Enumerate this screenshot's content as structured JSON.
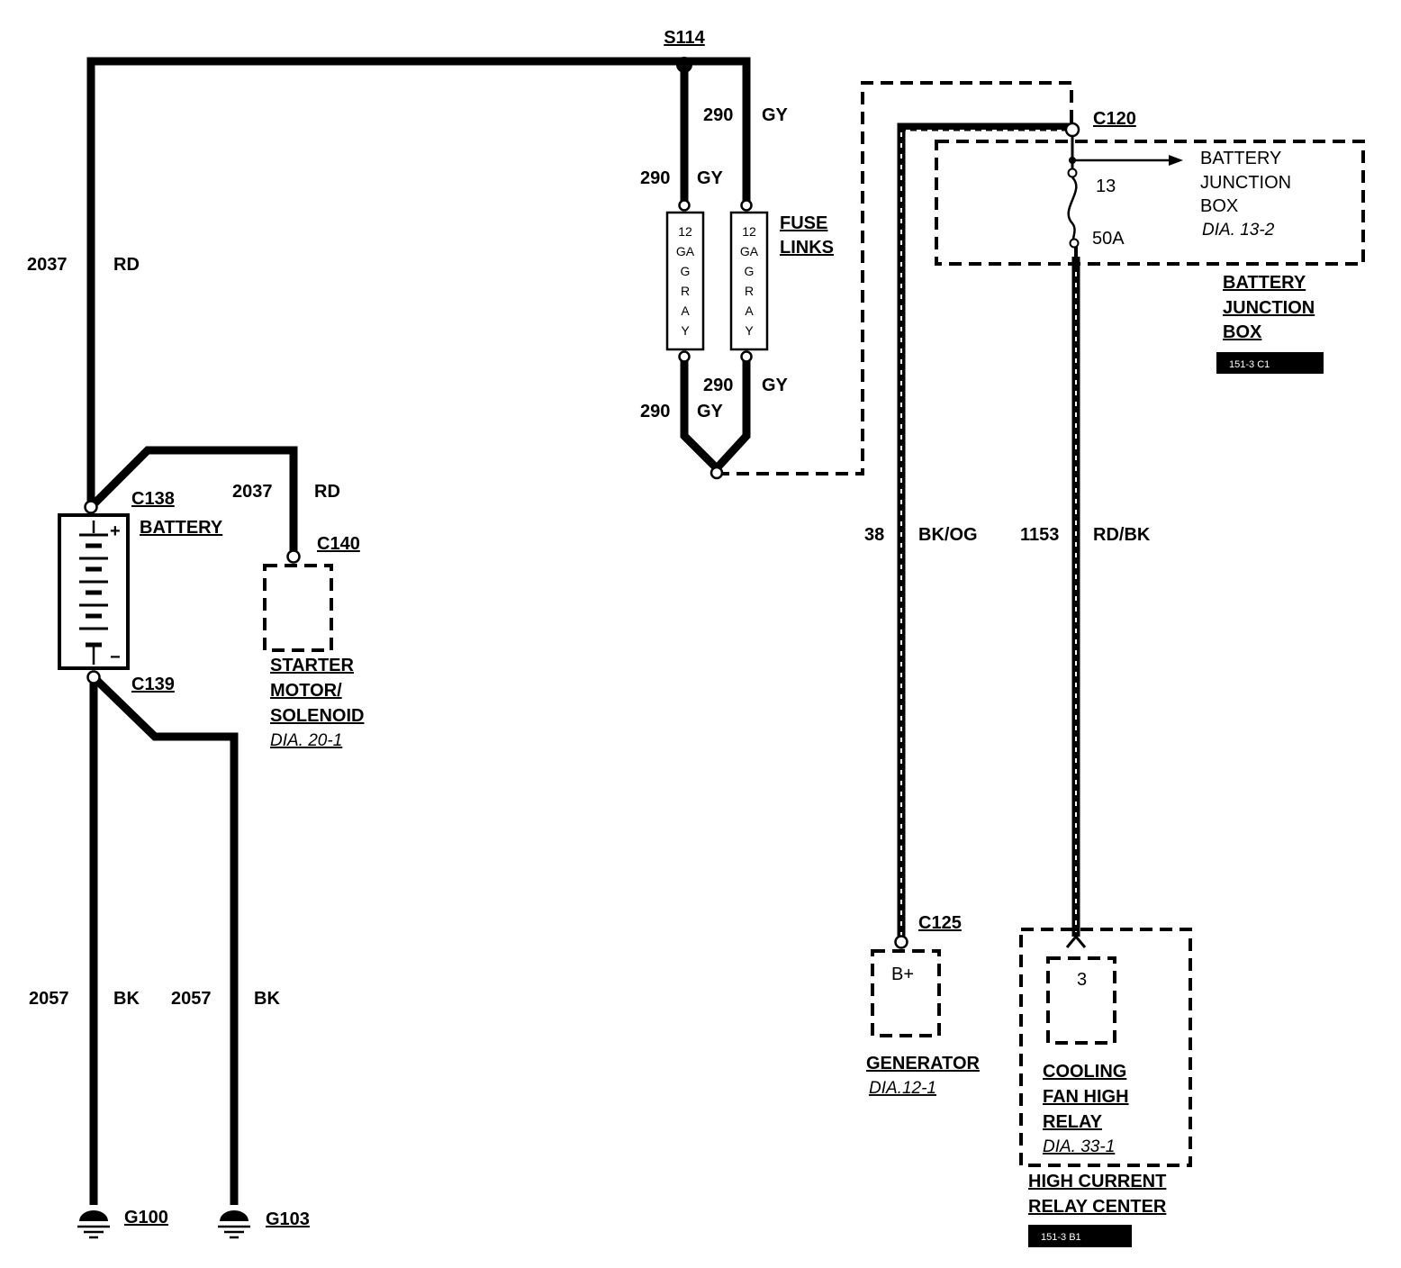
{
  "splices": {
    "s114": "S114"
  },
  "connectors": {
    "c120": "C120",
    "c138": "C138",
    "c139": "C139",
    "c140": "C140",
    "c125": "C125"
  },
  "grounds": {
    "g100": "G100",
    "g103": "G103"
  },
  "wires": {
    "w2037_top": {
      "num": "2037",
      "color": "RD"
    },
    "w2037_starter": {
      "num": "2037",
      "color": "RD"
    },
    "w290_top_right": {
      "num": "290",
      "color": "GY"
    },
    "w290_left_upper": {
      "num": "290",
      "color": "GY"
    },
    "w290_right_lower": {
      "num": "290",
      "color": "GY"
    },
    "w290_left_lower": {
      "num": "290",
      "color": "GY"
    },
    "w38": {
      "num": "38",
      "color": "BK/OG"
    },
    "w1153": {
      "num": "1153",
      "color": "RD/BK"
    },
    "w2057_left": {
      "num": "2057",
      "color": "BK"
    },
    "w2057_right": {
      "num": "2057",
      "color": "BK"
    }
  },
  "fuse_link_text": [
    "12",
    "GA",
    "G",
    "R",
    "A",
    "Y"
  ],
  "components": {
    "fuse_links": {
      "line1": "FUSE",
      "line2": "LINKS"
    },
    "battery": {
      "name": "BATTERY",
      "plus": "+",
      "minus": "−"
    },
    "starter": {
      "line1": "STARTER",
      "line2": "MOTOR/",
      "line3": "SOLENOID",
      "dia": "DIA. 20-1"
    },
    "bjb_inner": {
      "line1": "BATTERY",
      "line2": "JUNCTION",
      "line3": "BOX",
      "dia": "DIA. 13-2",
      "pin_top": "13",
      "rating": "50A"
    },
    "bjb_outer": {
      "line1": "BATTERY",
      "line2": "JUNCTION",
      "line3": "BOX",
      "loc": "151-3 C1"
    },
    "generator": {
      "pin": "B+",
      "name": "GENERATOR",
      "dia": "DIA.12-1"
    },
    "cooling_relay": {
      "pin": "3",
      "line1": "COOLING",
      "line2": "FAN HIGH",
      "line3": "RELAY",
      "dia": "DIA. 33-1"
    },
    "hcrc": {
      "line1": "HIGH CURRENT",
      "line2": "RELAY CENTER",
      "loc": "151-3 B1"
    }
  }
}
